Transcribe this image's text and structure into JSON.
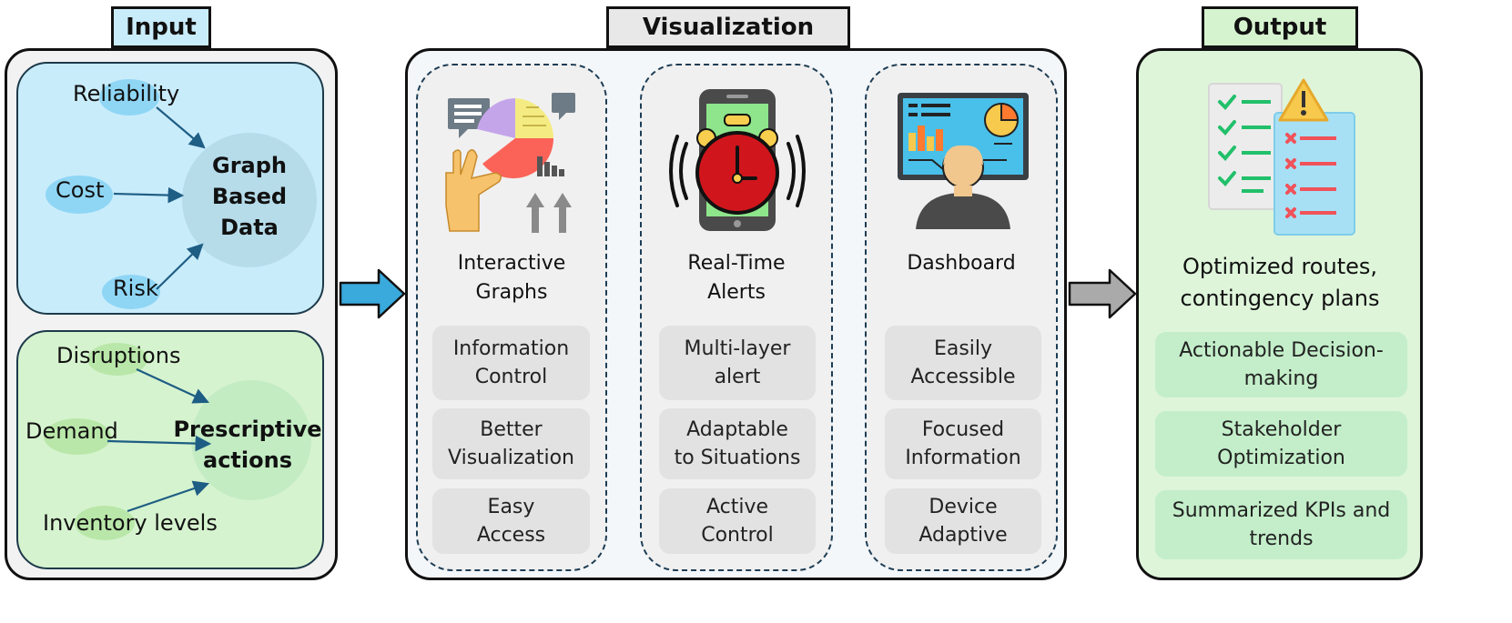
{
  "input": {
    "tab": "Input",
    "graph": {
      "center": "Graph\nBased\nData",
      "nodes": [
        "Reliability",
        "Cost",
        "Risk"
      ]
    },
    "prescriptive": {
      "center": "Prescriptive\nactions",
      "nodes": [
        "Disruptions",
        "Demand",
        "Inventory levels"
      ]
    }
  },
  "visualization": {
    "tab": "Visualization",
    "columns": [
      {
        "title": "Interactive\nGraphs",
        "icon": "interactive-graphs-icon",
        "items": [
          "Information\nControl",
          "Better\nVisualization",
          "Easy\nAccess"
        ]
      },
      {
        "title": "Real-Time\nAlerts",
        "icon": "alarm-clock-icon",
        "items": [
          "Multi-layer\nalert",
          "Adaptable\nto Situations",
          "Active\nControl"
        ]
      },
      {
        "title": "Dashboard",
        "icon": "dashboard-icon",
        "items": [
          "Easily\nAccessible",
          "Focused\nInformation",
          "Device\nAdaptive"
        ]
      }
    ]
  },
  "output": {
    "tab": "Output",
    "heading": "Optimized routes,\ncontingency plans",
    "icon": "checklist-warning-icon",
    "items": [
      "Actionable Decision-\nmaking",
      "Stakeholder\nOptimization",
      "Summarized KPIs and\ntrends"
    ]
  },
  "colors": {
    "input_tab": "#c9ecfb",
    "graph_panel": "#c9ecfb",
    "presc_panel": "#d6f3cf",
    "viz_tab": "#e8e8e8",
    "viz_panel": "#f4f7fa",
    "output_tab": "#d6f3cf",
    "output_panel": "#def5da",
    "arrow_blue": "#3aa9dc",
    "arrow_gray": "#aaaaaa"
  }
}
